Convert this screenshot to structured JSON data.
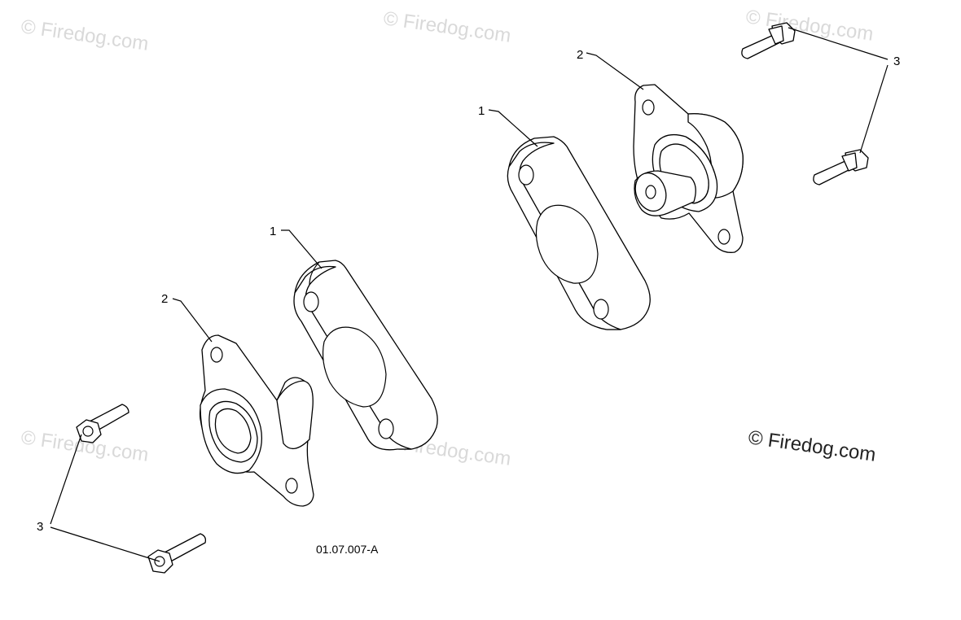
{
  "watermarks": [
    "© Firedog.com",
    "© Firedog.com",
    "© Firedog.com",
    "© Firedog.com",
    "© Firedog.com"
  ],
  "copyright": "© Firedog.com",
  "drawing_id": "01.07.007-A",
  "callouts": {
    "spacer_left": "1",
    "spacer_right": "1",
    "bearing_left": "2",
    "bearing_right": "2",
    "bolts_left": "3",
    "bolts_right": "3"
  }
}
